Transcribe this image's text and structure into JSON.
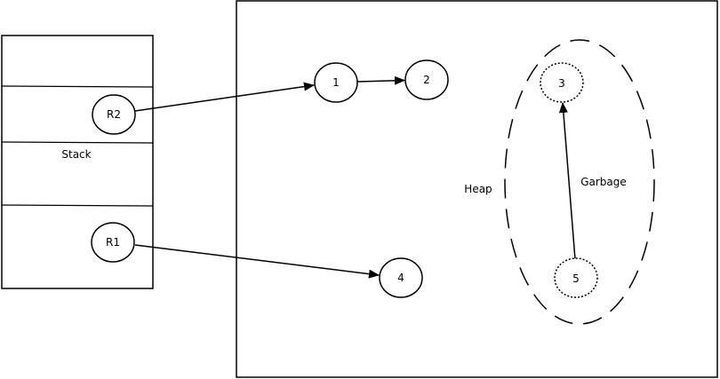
{
  "labels": {
    "stack": "Stack",
    "heap": "Heap",
    "garbage": "Garbage"
  },
  "nodes": {
    "r2": "R2",
    "r1": "R1",
    "n1": "1",
    "n2": "2",
    "n3": "3",
    "n4": "4",
    "n5": "5"
  }
}
